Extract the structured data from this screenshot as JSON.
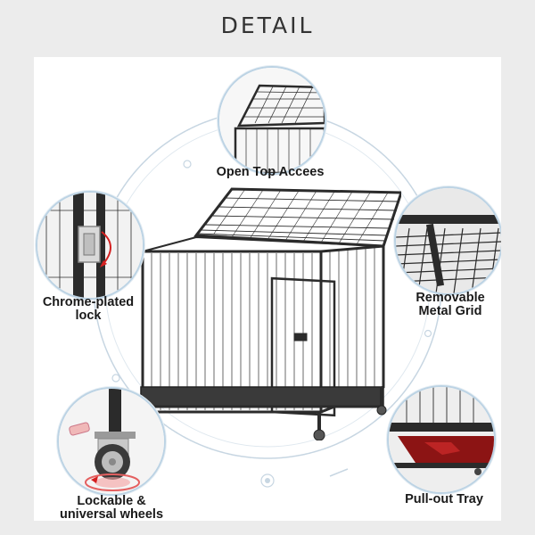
{
  "header": {
    "title": "DETAIL"
  },
  "features": [
    {
      "label": "Open Top Accees"
    },
    {
      "label_line1": "Chrome-plated",
      "label_line2": "lock"
    },
    {
      "label_line1": "Removable",
      "label_line2": "Metal Grid"
    },
    {
      "label_line1": "Lockable &",
      "label_line2": "universal wheels"
    },
    {
      "label": "Pull-out Tray"
    }
  ],
  "colors": {
    "background": "#ececec",
    "panel": "#ffffff",
    "accent": "#bcd3e4",
    "cage": "#2b2b2b",
    "tray_red": "#8c1414"
  },
  "icons": [
    "open-top-detail-icon",
    "lock-detail-icon",
    "metal-grid-detail-icon",
    "wheel-detail-icon",
    "tray-detail-icon"
  ]
}
